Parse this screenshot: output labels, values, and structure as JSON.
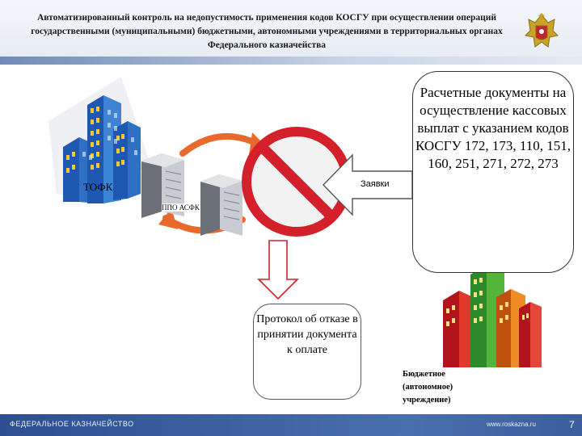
{
  "header": {
    "title": "Автоматизированный контроль на недопустимость применения кодов КОСГУ при осуществлении операций государственными (муниципальными) бюджетными, автономными учреждениями в территориальных органах Федерального казначейства"
  },
  "diagram": {
    "tofk_label": "ТОФК",
    "ppo_label": "ППО АСФК",
    "zayavki_label": "Заявки",
    "documents_text": "Расчетные документы на осуществление кассовых выплат с указанием кодов КОСГУ 172, 173, 110, 151, 160, 251, 271, 272, 273",
    "protocol_text": "Протокол об отказе в принятии документа к оплате",
    "institution_label": "Бюджетное (автономное) учреждение)"
  },
  "footer": {
    "left": "ФЕДЕРАЛЬНОЕ КАЗНАЧЕЙСТВО",
    "right": "www.roskazna.ru",
    "page": "7"
  },
  "colors": {
    "header_band": "#6f8bb8",
    "footer": "#2d4f8f",
    "orange_arrow": "#e8692a",
    "prohibition_red": "#d4202a",
    "building_blue": "#2f6fc4"
  }
}
